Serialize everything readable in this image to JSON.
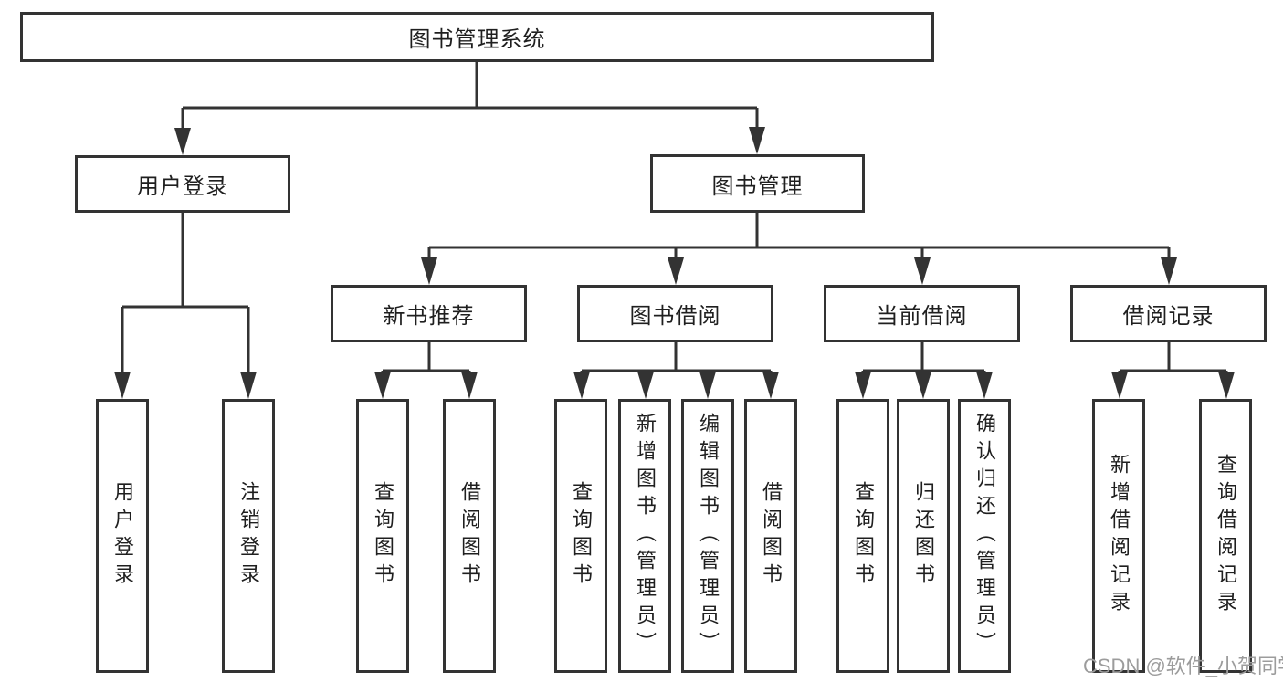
{
  "diagram_title": "图书管理系统",
  "nodes": {
    "root": "图书管理系统",
    "user_login": "用户登录",
    "book_management": "图书管理",
    "new_book_recommend": "新书推荐",
    "book_borrow": "图书借阅",
    "current_borrow": "当前借阅",
    "borrow_records": "借阅记录"
  },
  "leaves": {
    "user_login": [
      "用户登录",
      "注销登录"
    ],
    "new_book_recommend": [
      "查询图书",
      "借阅图书"
    ],
    "book_borrow": [
      "查询图书",
      "新增图书（管理员）",
      "编辑图书（管理员）",
      "借阅图书"
    ],
    "current_borrow": [
      "查询图书",
      "归还图书",
      "确认归还（管理员）"
    ],
    "borrow_records": [
      "新增借阅记录",
      "查询借阅记录"
    ]
  },
  "watermark": "CSDN @软件_小贺同学",
  "colors": {
    "line": "#333333",
    "text": "#1f1f1f",
    "watermark": "#9c9c9c",
    "background": "#ffffff"
  }
}
